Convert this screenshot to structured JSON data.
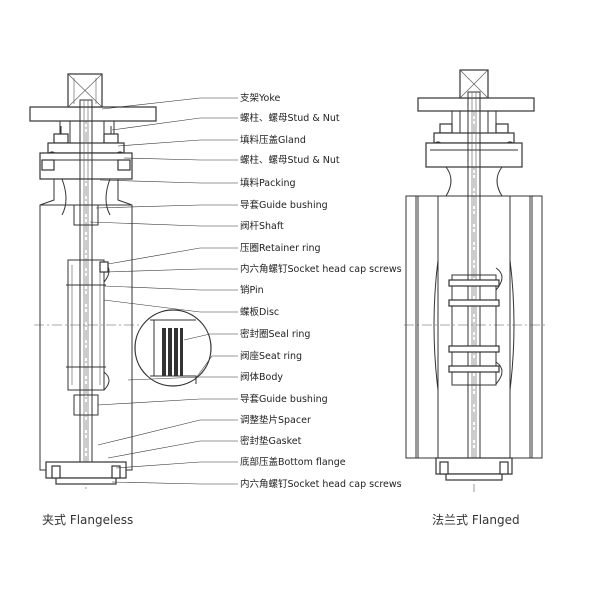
{
  "labels": [
    "支架Yoke",
    "螺柱、螺母Stud & Nut",
    "填料压盖Gland",
    "螺柱、螺母Stud & Nut",
    "填料Packing",
    "导套Guide bushing",
    "阀杆Shaft",
    "压圈Retainer ring",
    "内六角螺钉Socket head cap screws",
    "销Pin",
    "蝶板Disc",
    "密封圈Seal ring",
    "阀座Seat ring",
    "阀体Body",
    "导套Guide bushing",
    "调整垫片Spacer",
    "密封垫Gasket",
    "底部压盖Bottom flange",
    "内六角螺钉Socket head cap screws"
  ],
  "captions": {
    "left": "夹式 Flangeless",
    "right": "法兰式 Flanged"
  }
}
